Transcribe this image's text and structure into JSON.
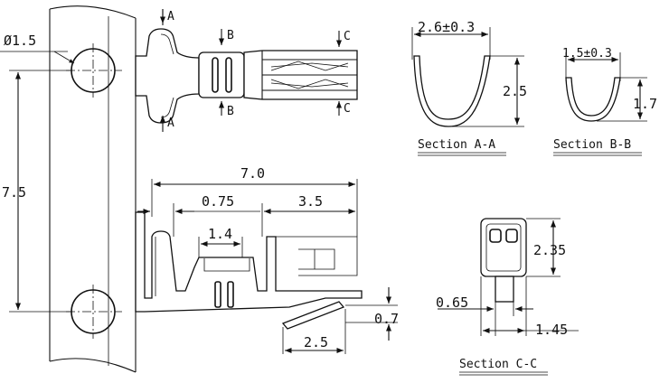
{
  "top_view": {
    "hole_dia": "Ø1.5",
    "pitch": "7.5",
    "cut_a": "A",
    "cut_b": "B",
    "cut_c": "C"
  },
  "side_view": {
    "overall_length": "7.0",
    "offset": "0.75",
    "contact_length": "3.5",
    "crimp_width": "1.4",
    "lance_height": "0.7",
    "lance_length": "2.5"
  },
  "section_aa": {
    "width": "2.6±0.3",
    "height": "2.5",
    "label": "Section A-A"
  },
  "section_bb": {
    "width": "1.5±0.3",
    "height": "1.7",
    "label": "Section B-B"
  },
  "section_cc": {
    "height": "2.35",
    "offset": "0.65",
    "width": "1.45",
    "label": "Section C-C"
  }
}
